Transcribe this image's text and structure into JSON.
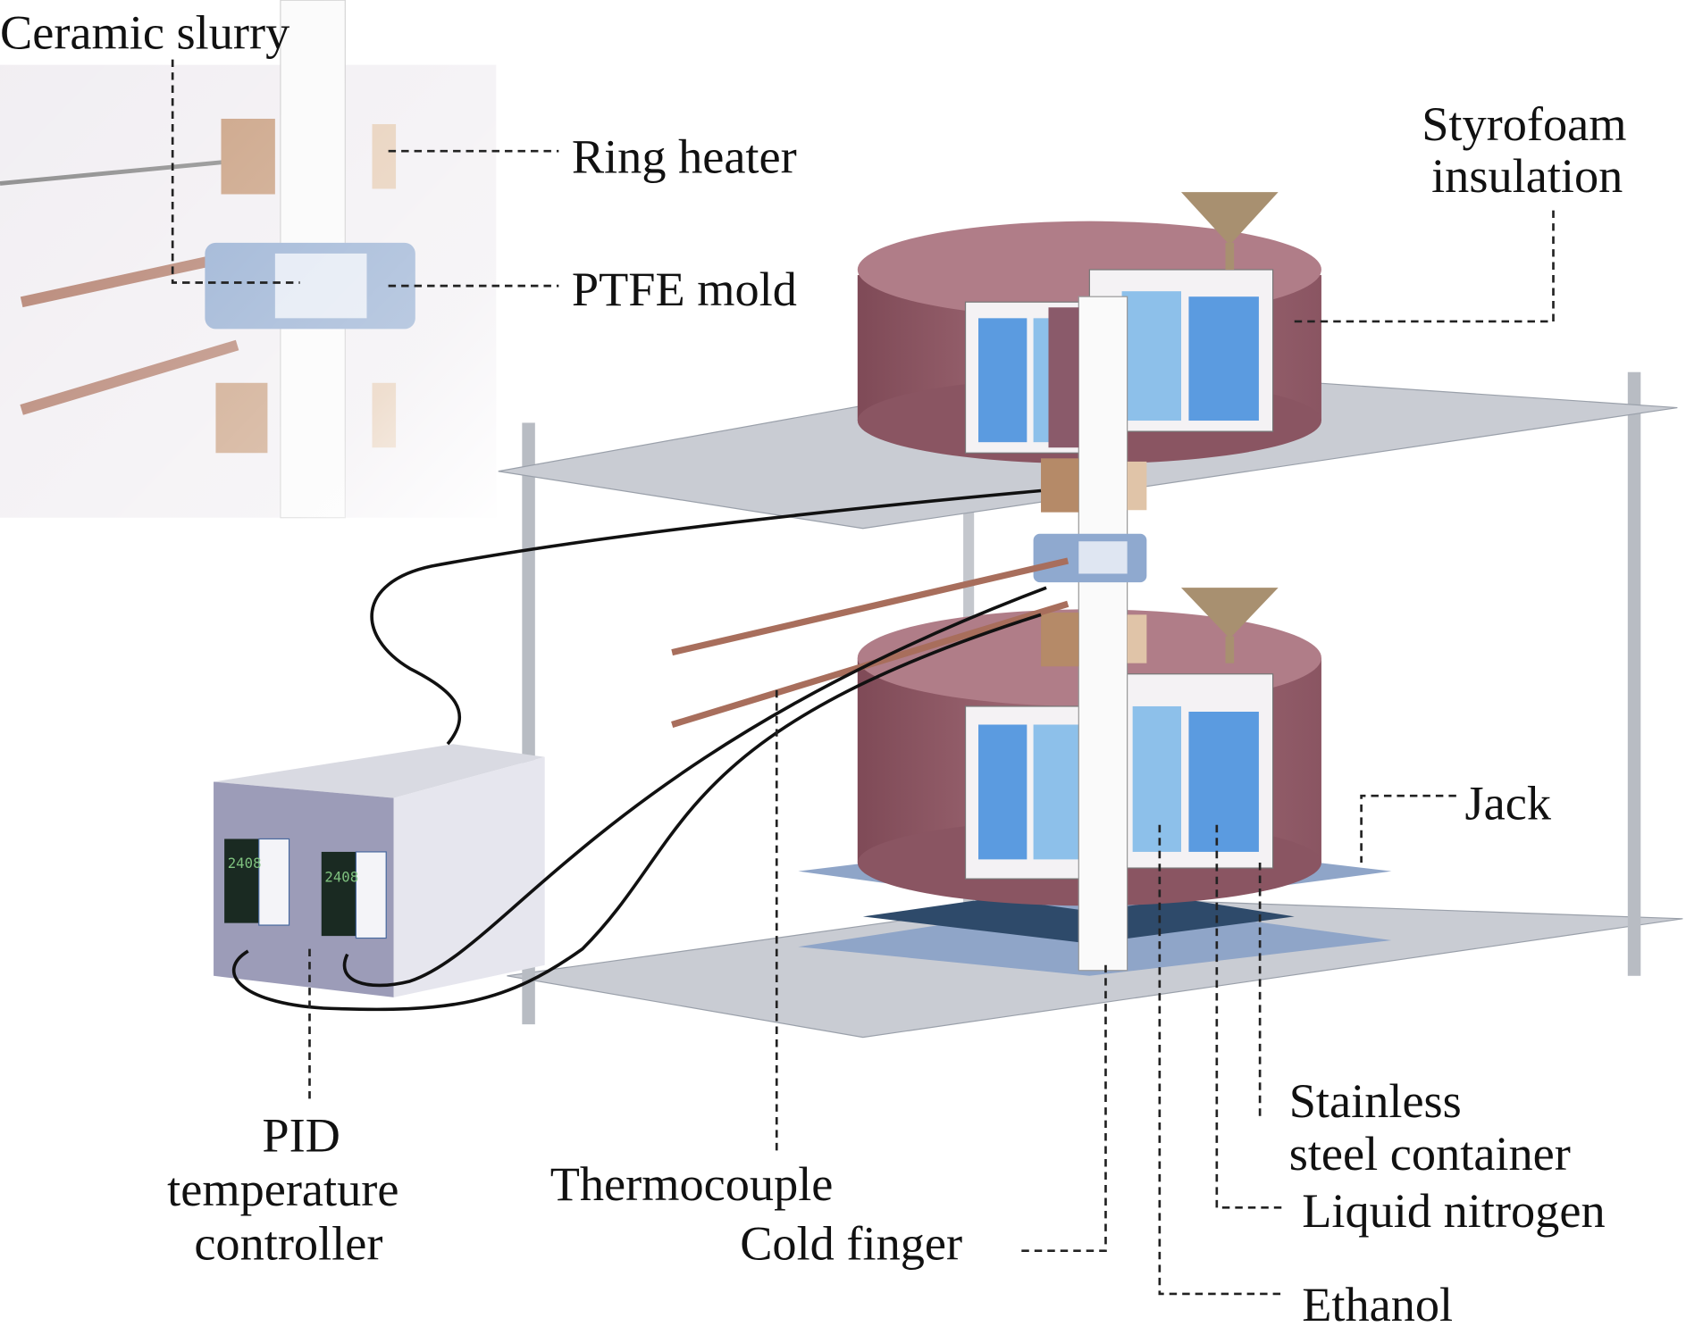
{
  "labels": {
    "ceramic_slurry": "Ceramic slurry",
    "ring_heater": "Ring heater",
    "ptfe_mold": "PTFE mold",
    "styrofoam_1": "Styrofoam",
    "styrofoam_2": "insulation",
    "jack": "Jack",
    "pid_1": "PID",
    "pid_2": "temperature",
    "pid_3": "controller",
    "thermocouple": "Thermocouple",
    "cold_finger": "Cold finger",
    "stainless_1": "Stainless",
    "stainless_2": "steel container",
    "liquid_nitrogen": "Liquid nitrogen",
    "ethanol": "Ethanol"
  },
  "controller_display": "2408",
  "colors": {
    "insulation": "#9a6470",
    "liquid": "#5b9be0",
    "ptfe": "#8fa9cf",
    "heater": "#b58a68",
    "plate": "#c9ccd3",
    "jack": "#2e4a6a"
  }
}
